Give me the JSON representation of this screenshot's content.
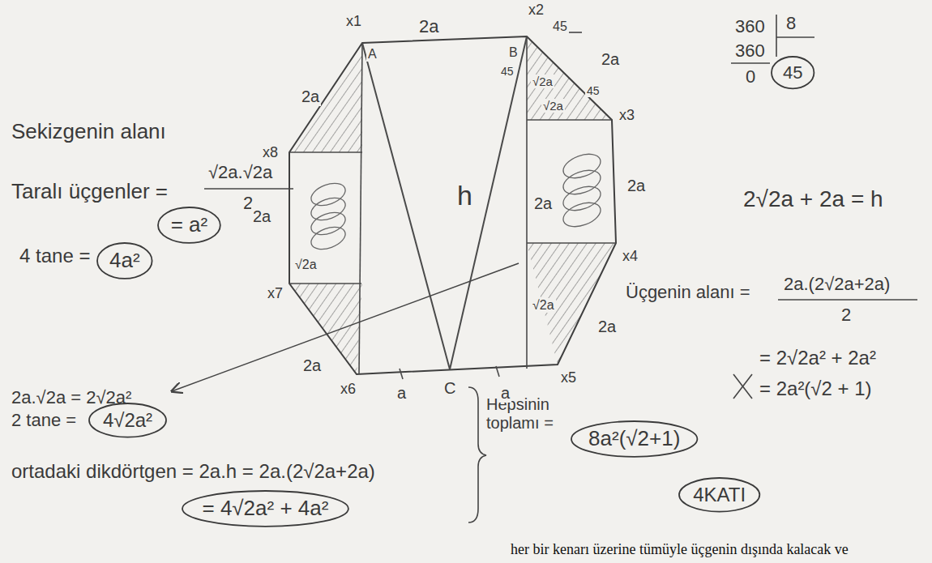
{
  "diagram": {
    "nodes": [
      {
        "text": [
          "= a²"
        ]
      },
      {
        "text": [
          "4a²"
        ]
      },
      {
        "text": [
          "4√2a²"
        ]
      },
      {
        "text": [
          "= 4√2a² + 4a²"
        ]
      },
      {
        "text": [
          "8a²(√2+1)"
        ]
      },
      {
        "text": [
          "4KATI"
        ]
      },
      {
        "text": [
          "45"
        ]
      }
    ],
    "edges": [],
    "labels": [
      "Sekizgenin alanı",
      "Taralı üçgenler =",
      "√2a.√2a",
      "2",
      "4 tane =",
      "2a.√2a = 2√2a²",
      "2 tane =",
      "ortadaki dikdörtgen = 2a.h = 2a.(2√2a+2a)",
      "Hepsinin toplamı =",
      "x1",
      "2a",
      "x2",
      "45",
      "2a",
      "x3",
      "2a",
      "x4",
      "2a",
      "x5",
      "a",
      "C",
      "a",
      "x6",
      "2a",
      "x7",
      "√2a",
      "2a",
      "x8",
      "2a",
      "A",
      "B",
      "45",
      "√2a",
      "45",
      "√2a",
      "2a",
      "√2a",
      "h",
      "360",
      "8",
      "360",
      "0",
      "2√2a + 2a = h",
      "Üçgenin alanı =",
      "2a.(2√2a+2a)",
      "2",
      "= 2√2a² + 2a²",
      "= 2a²(√2 + 1)",
      "her bir kenarı üzerine tümüyle üçgenin dışında kalacak ve"
    ]
  }
}
